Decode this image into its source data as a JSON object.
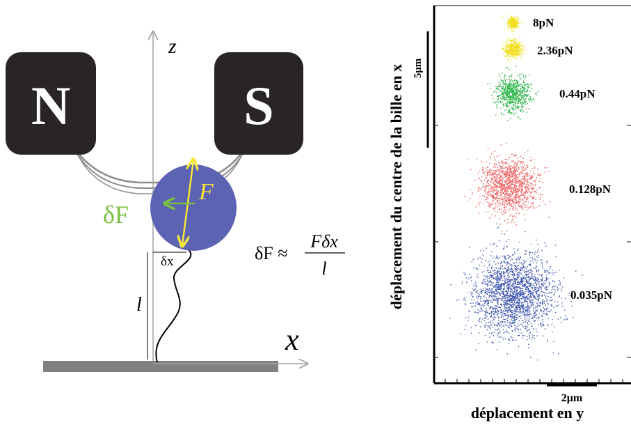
{
  "left_diagram": {
    "magnet_north_label": "N",
    "magnet_south_label": "S",
    "axis_z_label": "z",
    "axis_x_label": "x",
    "force_label": "F",
    "delta_force_label": "δF",
    "delta_x_label": "δx",
    "length_label": "l",
    "formula": {
      "lhs": "δF ≈",
      "numerator": "Fδx",
      "denominator": "l"
    }
  },
  "right_plot": {
    "ylabel": "déplacement du centre de la bille en x",
    "xlabel": "déplacement en y",
    "scalebar_vertical_label": "5μm",
    "scalebar_horizontal_label": "2μm"
  },
  "chart_data": {
    "type": "scatter",
    "xlabel": "déplacement en y",
    "ylabel": "déplacement du centre de la bille en x",
    "series": [
      {
        "name": "8pN",
        "color": "#f0e020",
        "spread_um": 0.2
      },
      {
        "name": "2.36pN",
        "color": "#f0e020",
        "spread_um": 0.35
      },
      {
        "name": "0.44pN",
        "color": "#2db34a",
        "spread_um": 0.7
      },
      {
        "name": "0.128pN",
        "color": "#ee5a5a",
        "spread_um": 1.1
      },
      {
        "name": "0.035pN",
        "color": "#3e55ad",
        "spread_um": 1.6
      }
    ]
  },
  "colors": {
    "magnet": "#2a2525",
    "bead": "#5c63b3",
    "force_arrow": "#f5e63a",
    "delta_force_arrow": "#7ac142",
    "axis": "#a6a6a6",
    "substrate": "#808080"
  }
}
